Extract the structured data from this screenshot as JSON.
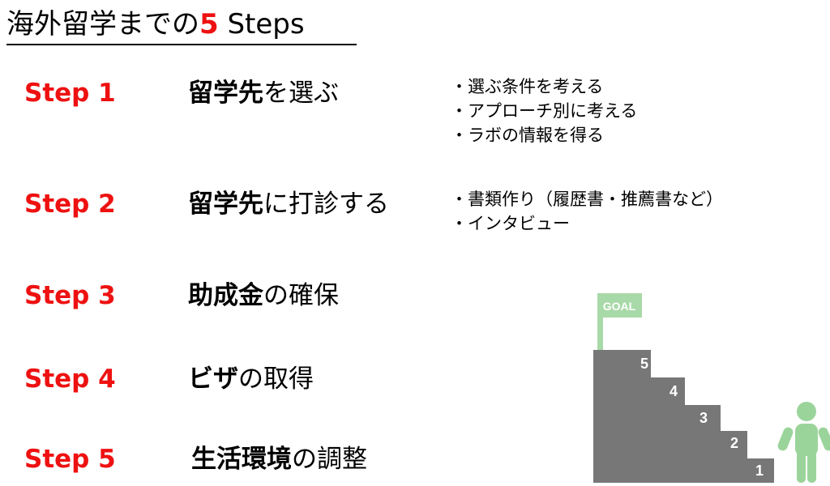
{
  "title": {
    "prefix": "海外留学までの",
    "number": "5",
    "suffix": " Steps"
  },
  "colors": {
    "accent": "#ee1111",
    "stairs": "#777777",
    "stair_number": "#ffffff",
    "flag": "#a8d9a8",
    "person": "#9bd49b"
  },
  "steps": [
    {
      "label": "Step 1",
      "emphasis": "留学先",
      "rest": "を選ぶ",
      "bullets": [
        "・選ぶ条件を考える",
        "・アプローチ別に考える",
        "・ラボの情報を得る"
      ]
    },
    {
      "label": "Step 2",
      "emphasis": "留学先",
      "rest": "に打診する",
      "bullets": [
        "・書類作り（履歴書・推薦書など）",
        "・インタビュー"
      ]
    },
    {
      "label": "Step 3",
      "emphasis": "助成金",
      "rest": "の確保",
      "bullets": []
    },
    {
      "label": "Step 4",
      "emphasis": "ビザ",
      "rest": "の取得",
      "bullets": []
    },
    {
      "label": "Step 5",
      "emphasis": "生活環境",
      "rest": "の調整",
      "bullets": []
    }
  ],
  "illustration": {
    "flag_text": "GOAL",
    "stair_numbers": [
      "1",
      "2",
      "3",
      "4",
      "5"
    ],
    "person_icon": "person-icon",
    "flag_icon": "flag-icon"
  }
}
